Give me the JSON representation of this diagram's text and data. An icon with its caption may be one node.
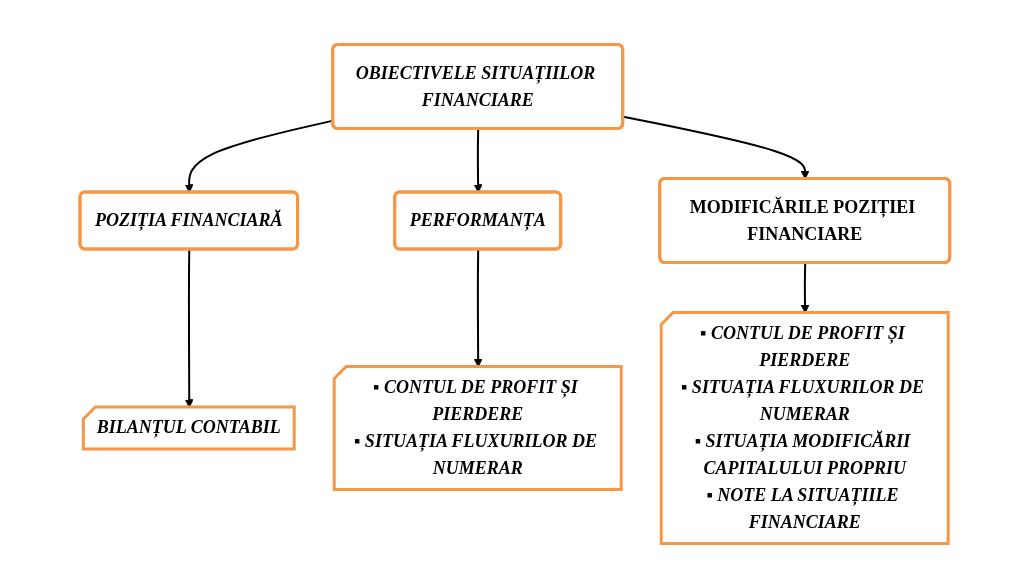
{
  "diagram": {
    "nodes": [
      {
        "text": [
          "OBIECTIVELE SITUAȚIILOR FINANCIARE"
        ]
      },
      {
        "text": [
          "POZIȚIA FINANCIARĂ"
        ]
      },
      {
        "text": [
          "PERFORMANȚA"
        ]
      },
      {
        "text": [
          "MODIFICĂRILE POZIȚIEI FINANCIARE"
        ]
      },
      {
        "text": [
          "BILANȚUL CONTABIL"
        ]
      },
      {
        "text": [
          "▪ CONTUL DE PROFIT ȘI PIERDERE",
          "▪ SITUAȚIA FLUXURILOR DE NUMERAR"
        ]
      },
      {
        "text": [
          "▪ CONTUL DE PROFIT ȘI PIERDERE",
          "▪ SITUAȚIA FLUXURILOR DE NUMERAR",
          "▪ SITUAȚIA MODIFICĂRII CAPITALULUI PROPRIU",
          "▪ NOTE LA SITUAȚIILE FINANCIARE"
        ]
      }
    ],
    "edges": [
      {
        "from": 0,
        "to": 1,
        "arrow": "to"
      },
      {
        "from": 0,
        "to": 2,
        "arrow": "to"
      },
      {
        "from": 0,
        "to": 3,
        "arrow": "to"
      },
      {
        "from": 1,
        "to": 4,
        "arrow": "to"
      },
      {
        "from": 2,
        "to": 5,
        "arrow": "to"
      },
      {
        "from": 3,
        "to": 6,
        "arrow": "to"
      }
    ]
  }
}
